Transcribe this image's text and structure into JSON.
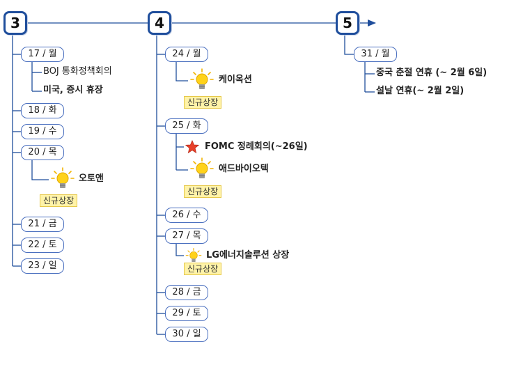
{
  "weeks": [
    {
      "label": "3",
      "days": [
        {
          "label": "17 / 월",
          "events": [
            {
              "text": "BOJ 통화정책회의",
              "bold": false
            },
            {
              "text": "미국, 증시 휴장",
              "bold": true
            }
          ]
        },
        {
          "label": "18 / 화"
        },
        {
          "label": "19 / 수"
        },
        {
          "label": "20 / 목",
          "events": [
            {
              "text": "오토앤",
              "bold": true,
              "icon": "lightbulb-icon",
              "tag": "신규상장"
            }
          ]
        },
        {
          "label": "21 / 금"
        },
        {
          "label": "22 / 토"
        },
        {
          "label": "23 / 일"
        }
      ]
    },
    {
      "label": "4",
      "days": [
        {
          "label": "24 / 월",
          "events": [
            {
              "text": "케이옥션",
              "bold": true,
              "icon": "lightbulb-icon",
              "tag": "신규상장"
            }
          ]
        },
        {
          "label": "25 / 화",
          "events": [
            {
              "text": "FOMC 정례회의(~26일)",
              "bold": true,
              "icon": "star-icon"
            },
            {
              "text": "애드바이오텍",
              "bold": true,
              "icon": "lightbulb-icon",
              "tag": "신규상장"
            }
          ]
        },
        {
          "label": "26 / 수"
        },
        {
          "label": "27 / 목",
          "events": [
            {
              "text": "LG에너지솔루션 상장",
              "bold": true,
              "icon": "lightbulb-icon",
              "tag": "신규상장"
            }
          ]
        },
        {
          "label": "28 / 금"
        },
        {
          "label": "29 / 토"
        },
        {
          "label": "30 / 일"
        }
      ]
    },
    {
      "label": "5",
      "days": [
        {
          "label": "31 / 월",
          "events": [
            {
              "text": "중국 춘절 연휴 (~ 2월 6일)",
              "bold": true
            },
            {
              "text": "설날 연휴(~ 2월 2일)",
              "bold": true
            }
          ]
        }
      ]
    }
  ],
  "colors": {
    "line": "#1f4e9c",
    "box_border": "#4a6fbf",
    "tag_bg": "#fff3a8",
    "star": "#e8402a",
    "bulb": "#f7c600"
  }
}
